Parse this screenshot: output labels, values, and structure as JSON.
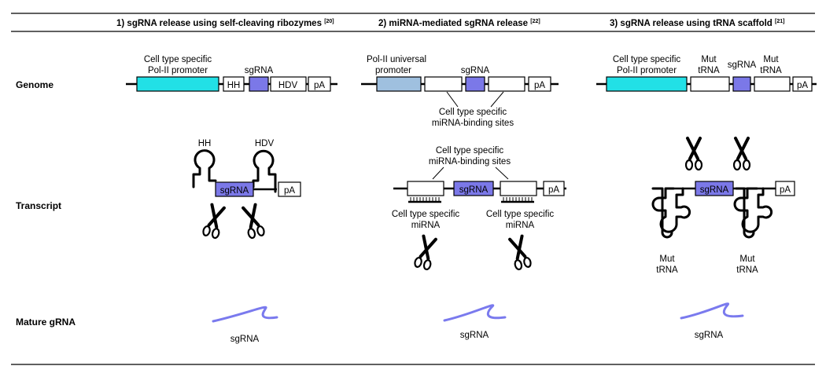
{
  "colors": {
    "promoter_specific": "#22e0e6",
    "promoter_universal": "#9fc0df",
    "sgrna_box": "#7b78e8",
    "plain_box": "#ffffff",
    "grna_line": "#7a7aee"
  },
  "icons": [
    "scissors-icon"
  ],
  "headers": {
    "col1": "1) sgRNA release using self-cleaving ribozymes",
    "col1_ref": "[20]",
    "col2": "2) miRNA-mediated sgRNA release",
    "col2_ref": "[22]",
    "col3": "3) sgRNA release using tRNA scaffold",
    "col3_ref": "[21]"
  },
  "rows": {
    "genome": "Genome",
    "transcript": "Transcript",
    "mature": "Mature gRNA"
  },
  "col1": {
    "promoter_line1": "Cell type specific",
    "promoter_line2": "Pol-II promoter",
    "sgrna": "sgRNA",
    "hh": "HH",
    "hdv": "HDV",
    "pa": "pA",
    "t_hh": "HH",
    "t_hdv": "HDV",
    "t_sgrna": "sgRNA",
    "t_pa": "pA",
    "mature": "sgRNA"
  },
  "col2": {
    "promoter_line1": "Pol-II universal",
    "promoter_line2": "promoter",
    "sgrna": "sgRNA",
    "pa": "pA",
    "sites_line1": "Cell type specific",
    "sites_line2": "miRNA-binding sites",
    "t_sites_line1": "Cell type specific",
    "t_sites_line2": "miRNA-binding sites",
    "t_sgrna": "sgRNA",
    "t_pa": "pA",
    "mirna_left_line1": "Cell type specific",
    "mirna_left_line2": "miRNA",
    "mirna_right_line1": "Cell type specific",
    "mirna_right_line2": "miRNA",
    "mature": "sgRNA"
  },
  "col3": {
    "promoter_line1": "Cell type specific",
    "promoter_line2": "Pol-II promoter",
    "mut_left_line1": "Mut",
    "mut_left_line2": "tRNA",
    "sgrna": "sgRNA",
    "mut_right_line1": "Mut",
    "mut_right_line2": "tRNA",
    "pa": "pA",
    "t_sgrna": "sgRNA",
    "t_pa": "pA",
    "t_mut_left_line1": "Mut",
    "t_mut_left_line2": "tRNA",
    "t_mut_right_line1": "Mut",
    "t_mut_right_line2": "tRNA",
    "mature": "sgRNA"
  }
}
